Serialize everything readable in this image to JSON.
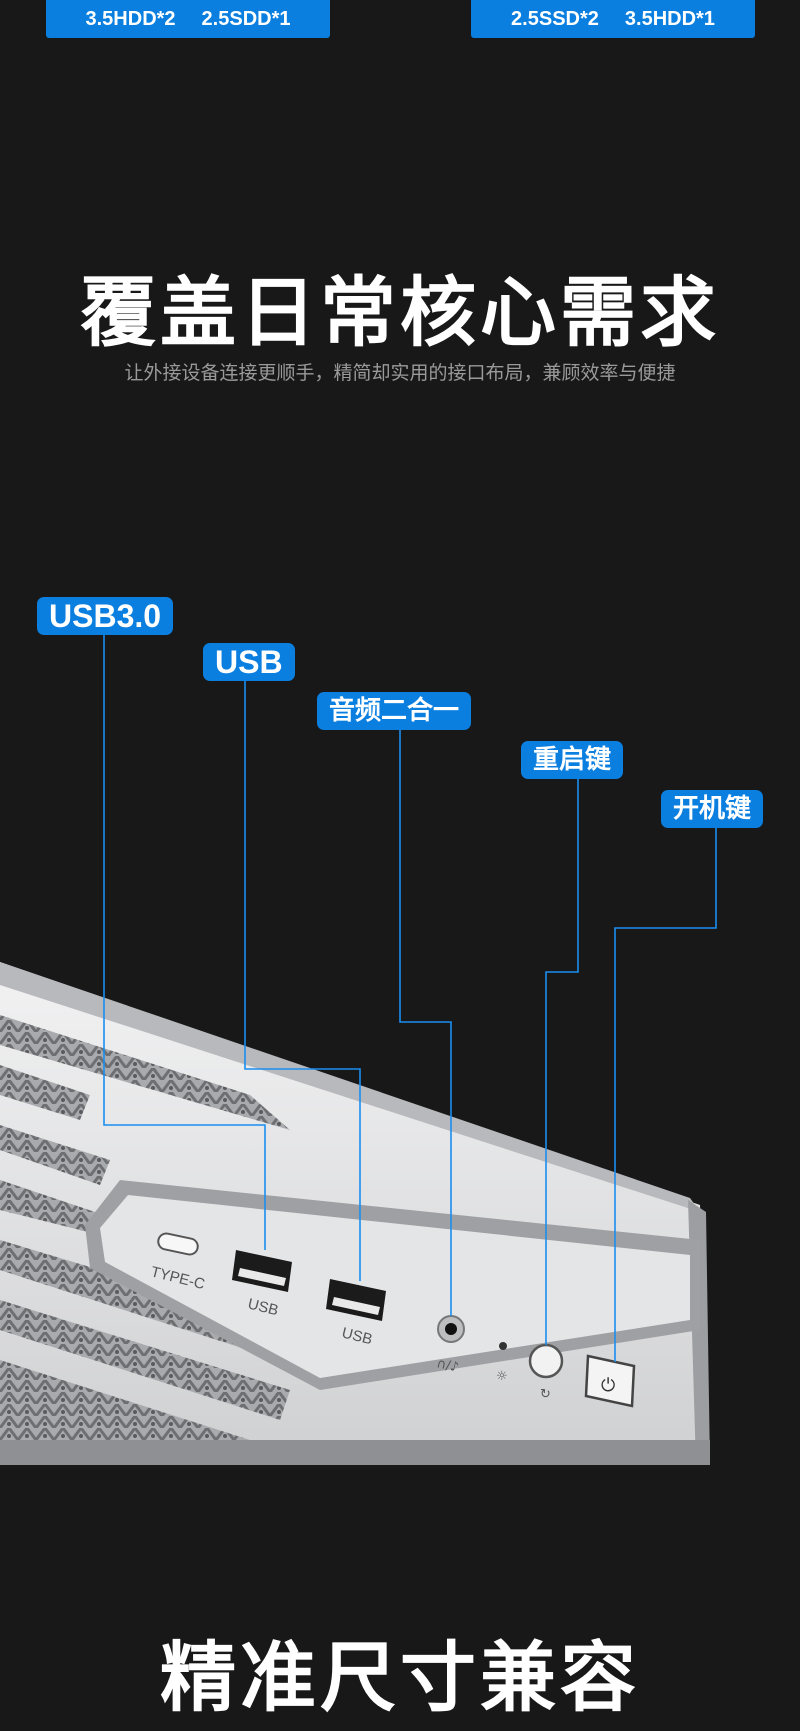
{
  "drive_specs": {
    "left": [
      "3.5HDD*2",
      "2.5SDD*1"
    ],
    "right": [
      "2.5SSD*2",
      "3.5HDD*1"
    ]
  },
  "section_core": {
    "title": "覆盖日常核心需求",
    "subtitle": "让外接设备连接更顺手，精简却实用的接口布局，兼顾效率与便捷"
  },
  "callouts": {
    "usb30": "USB3.0",
    "usb": "USB",
    "audio": "音频二合一",
    "reset": "重启键",
    "power": "开机键"
  },
  "panel_labels": {
    "typec": "TYPE-C",
    "usb_a": "USB",
    "usb_b": "USB"
  },
  "section_size": {
    "title": "精准尺寸兼容"
  },
  "colors": {
    "accent": "#0a7fe0",
    "background": "#181818",
    "chassis": "#d9dadc"
  }
}
